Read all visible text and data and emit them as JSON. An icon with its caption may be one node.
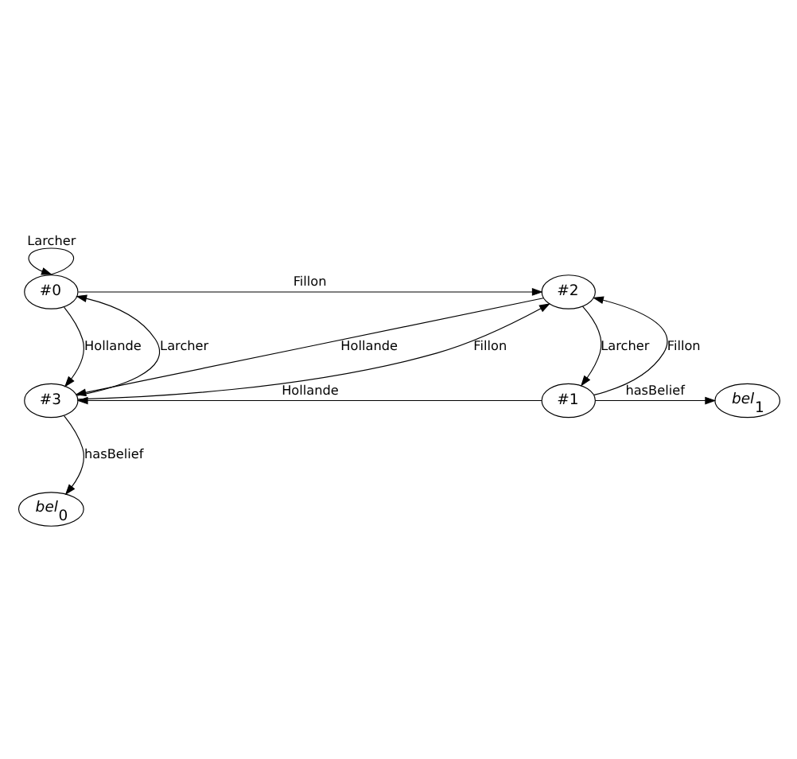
{
  "diagram": {
    "nodes": [
      {
        "text": [
          "#0"
        ]
      },
      {
        "text": [
          "#2"
        ]
      },
      {
        "text": [
          "#3"
        ]
      },
      {
        "text": [
          "#1"
        ]
      },
      {
        "text": [
          "*bel*$_{1}$"
        ]
      },
      {
        "text": [
          "*bel*$_{0}$"
        ]
      }
    ],
    "edges": [
      {
        "from": 0,
        "to": 0,
        "arrow": "to",
        "label": "Larcher"
      },
      {
        "from": 0,
        "to": 1,
        "arrow": "to",
        "label": "Fillon"
      },
      {
        "from": 0,
        "to": 2,
        "arrow": "to",
        "label": "Hollande"
      },
      {
        "from": 2,
        "to": 0,
        "arrow": "to",
        "label": "Larcher"
      },
      {
        "from": 2,
        "to": 1,
        "arrow": "to",
        "label": "Fillon"
      },
      {
        "from": 1,
        "to": 2,
        "arrow": "to",
        "label": "Hollande"
      },
      {
        "from": 1,
        "to": 3,
        "arrow": "to",
        "label": "Larcher"
      },
      {
        "from": 3,
        "to": 1,
        "arrow": "to",
        "label": "Fillon"
      },
      {
        "from": 3,
        "to": 2,
        "arrow": "to",
        "label": "Hollande"
      },
      {
        "from": 3,
        "to": 4,
        "arrow": "to",
        "label": "hasBelief"
      },
      {
        "from": 2,
        "to": 5,
        "arrow": "to",
        "label": "hasBelief"
      }
    ]
  }
}
